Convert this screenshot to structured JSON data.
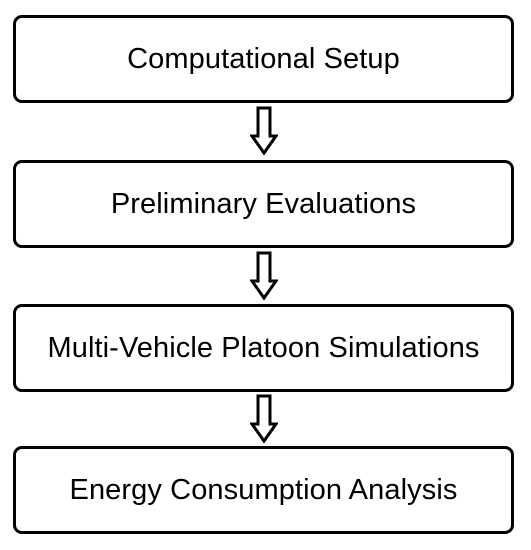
{
  "steps": [
    {
      "label": "Computational Setup"
    },
    {
      "label": "Preliminary Evaluations"
    },
    {
      "label": "Multi-Vehicle Platoon Simulations"
    },
    {
      "label": "Energy Consumption Analysis"
    }
  ],
  "colors": {
    "border": "#000000",
    "text": "#000000",
    "background": "#ffffff"
  },
  "icons": [
    "hollow-down-arrow-icon"
  ]
}
